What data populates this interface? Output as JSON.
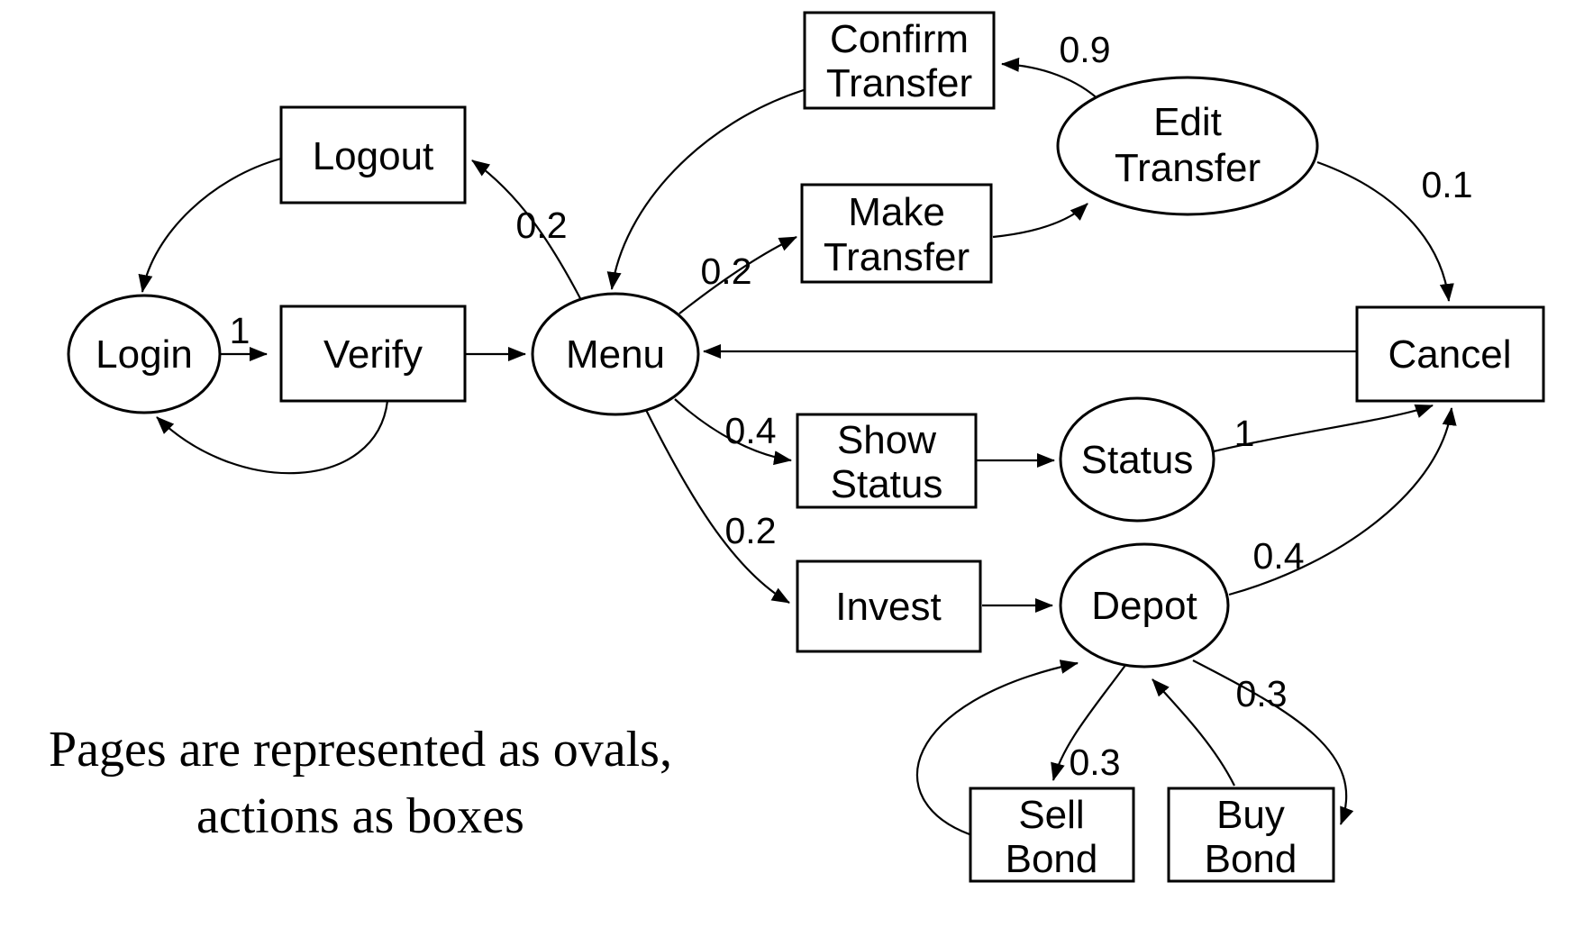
{
  "diagram": {
    "kind": "state-transition-diagram",
    "colors": {
      "background": "#ffffff",
      "stroke": "#000000",
      "text": "#000000"
    }
  },
  "caption": {
    "line1": "Pages are represented as ovals,",
    "line2": "actions as boxes"
  },
  "nodes": [
    {
      "id": "login",
      "type": "page",
      "lines": [
        "Login"
      ]
    },
    {
      "id": "menu",
      "type": "page",
      "lines": [
        "Menu"
      ]
    },
    {
      "id": "edit-transfer",
      "type": "page",
      "lines": [
        "Edit",
        "Transfer"
      ]
    },
    {
      "id": "status",
      "type": "page",
      "lines": [
        "Status"
      ]
    },
    {
      "id": "depot",
      "type": "page",
      "lines": [
        "Depot"
      ]
    },
    {
      "id": "logout",
      "type": "action",
      "lines": [
        "Logout"
      ]
    },
    {
      "id": "verify",
      "type": "action",
      "lines": [
        "Verify"
      ]
    },
    {
      "id": "confirm-transfer",
      "type": "action",
      "lines": [
        "Confirm",
        "Transfer"
      ]
    },
    {
      "id": "make-transfer",
      "type": "action",
      "lines": [
        "Make",
        "Transfer"
      ]
    },
    {
      "id": "show-status",
      "type": "action",
      "lines": [
        "Show",
        "Status"
      ]
    },
    {
      "id": "invest",
      "type": "action",
      "lines": [
        "Invest"
      ]
    },
    {
      "id": "cancel",
      "type": "action",
      "lines": [
        "Cancel"
      ]
    },
    {
      "id": "sell-bond",
      "type": "action",
      "lines": [
        "Sell",
        "Bond"
      ]
    },
    {
      "id": "buy-bond",
      "type": "action",
      "lines": [
        "Buy",
        "Bond"
      ]
    }
  ],
  "edges": [
    {
      "from": "login",
      "to": "verify",
      "label": "1"
    },
    {
      "from": "verify",
      "to": "menu",
      "label": ""
    },
    {
      "from": "verify",
      "to": "login",
      "label": ""
    },
    {
      "from": "logout",
      "to": "login",
      "label": ""
    },
    {
      "from": "menu",
      "to": "logout",
      "label": "0.2"
    },
    {
      "from": "confirm-transfer",
      "to": "menu",
      "label": ""
    },
    {
      "from": "menu",
      "to": "make-transfer",
      "label": "0.2"
    },
    {
      "from": "make-transfer",
      "to": "edit-transfer",
      "label": ""
    },
    {
      "from": "edit-transfer",
      "to": "confirm-transfer",
      "label": "0.9"
    },
    {
      "from": "edit-transfer",
      "to": "cancel",
      "label": "0.1"
    },
    {
      "from": "cancel",
      "to": "menu",
      "label": ""
    },
    {
      "from": "menu",
      "to": "show-status",
      "label": "0.4"
    },
    {
      "from": "show-status",
      "to": "status",
      "label": ""
    },
    {
      "from": "status",
      "to": "cancel",
      "label": "1"
    },
    {
      "from": "menu",
      "to": "invest",
      "label": "0.2"
    },
    {
      "from": "invest",
      "to": "depot",
      "label": ""
    },
    {
      "from": "depot",
      "to": "cancel",
      "label": "0.4"
    },
    {
      "from": "depot",
      "to": "sell-bond",
      "label": "0.3"
    },
    {
      "from": "sell-bond",
      "to": "depot",
      "label": ""
    },
    {
      "from": "buy-bond",
      "to": "depot",
      "label": ""
    },
    {
      "from": "depot",
      "to": "buy-bond",
      "label": "0.3"
    }
  ]
}
